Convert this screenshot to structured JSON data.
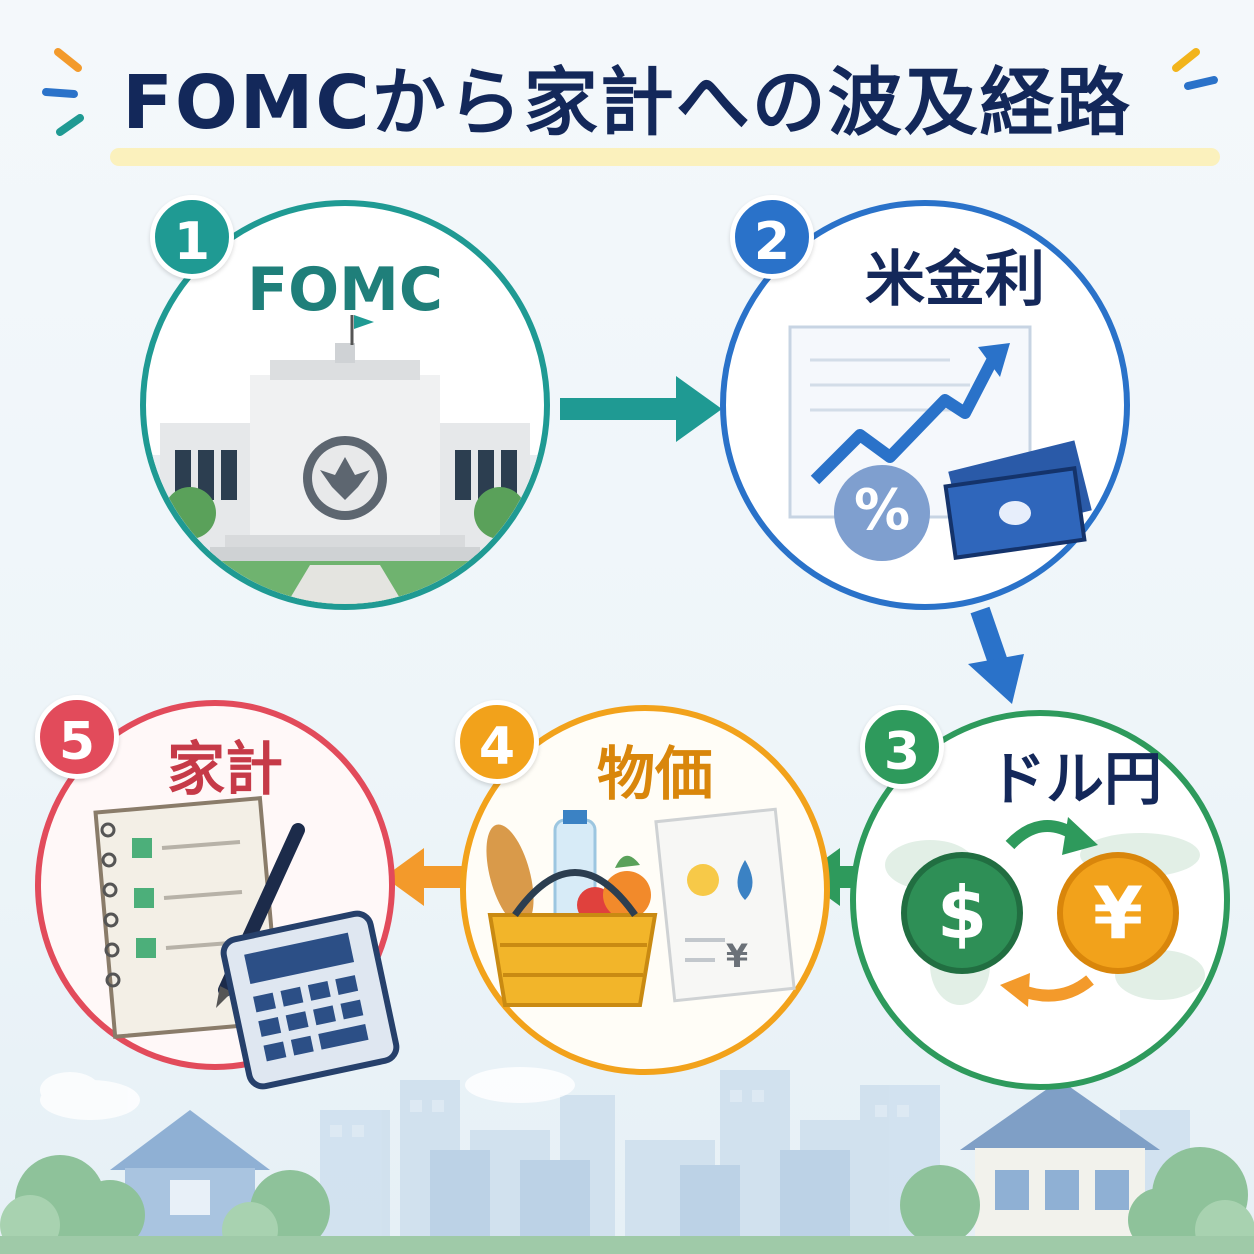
{
  "title": "FOMCから家計への波及経路",
  "colors": {
    "title": "#13285a",
    "step1": "#1f9a93",
    "step2": "#2a72c9",
    "step3": "#2e9a5c",
    "step4": "#f2a21b",
    "step5": "#e24b5b"
  },
  "steps": [
    {
      "number": "1",
      "label": "FOMC",
      "icon": "federal-reserve-building-icon"
    },
    {
      "number": "2",
      "label": "米金利",
      "icon": "rising-interest-chart-icon"
    },
    {
      "number": "3",
      "label": "ドル円",
      "icon": "dollar-yen-exchange-icon"
    },
    {
      "number": "4",
      "label": "物価",
      "icon": "shopping-basket-prices-icon"
    },
    {
      "number": "5",
      "label": "家計",
      "icon": "household-budget-notebook-icon"
    }
  ],
  "currency": {
    "dollar": "$",
    "yen": "¥",
    "percent": "%"
  }
}
